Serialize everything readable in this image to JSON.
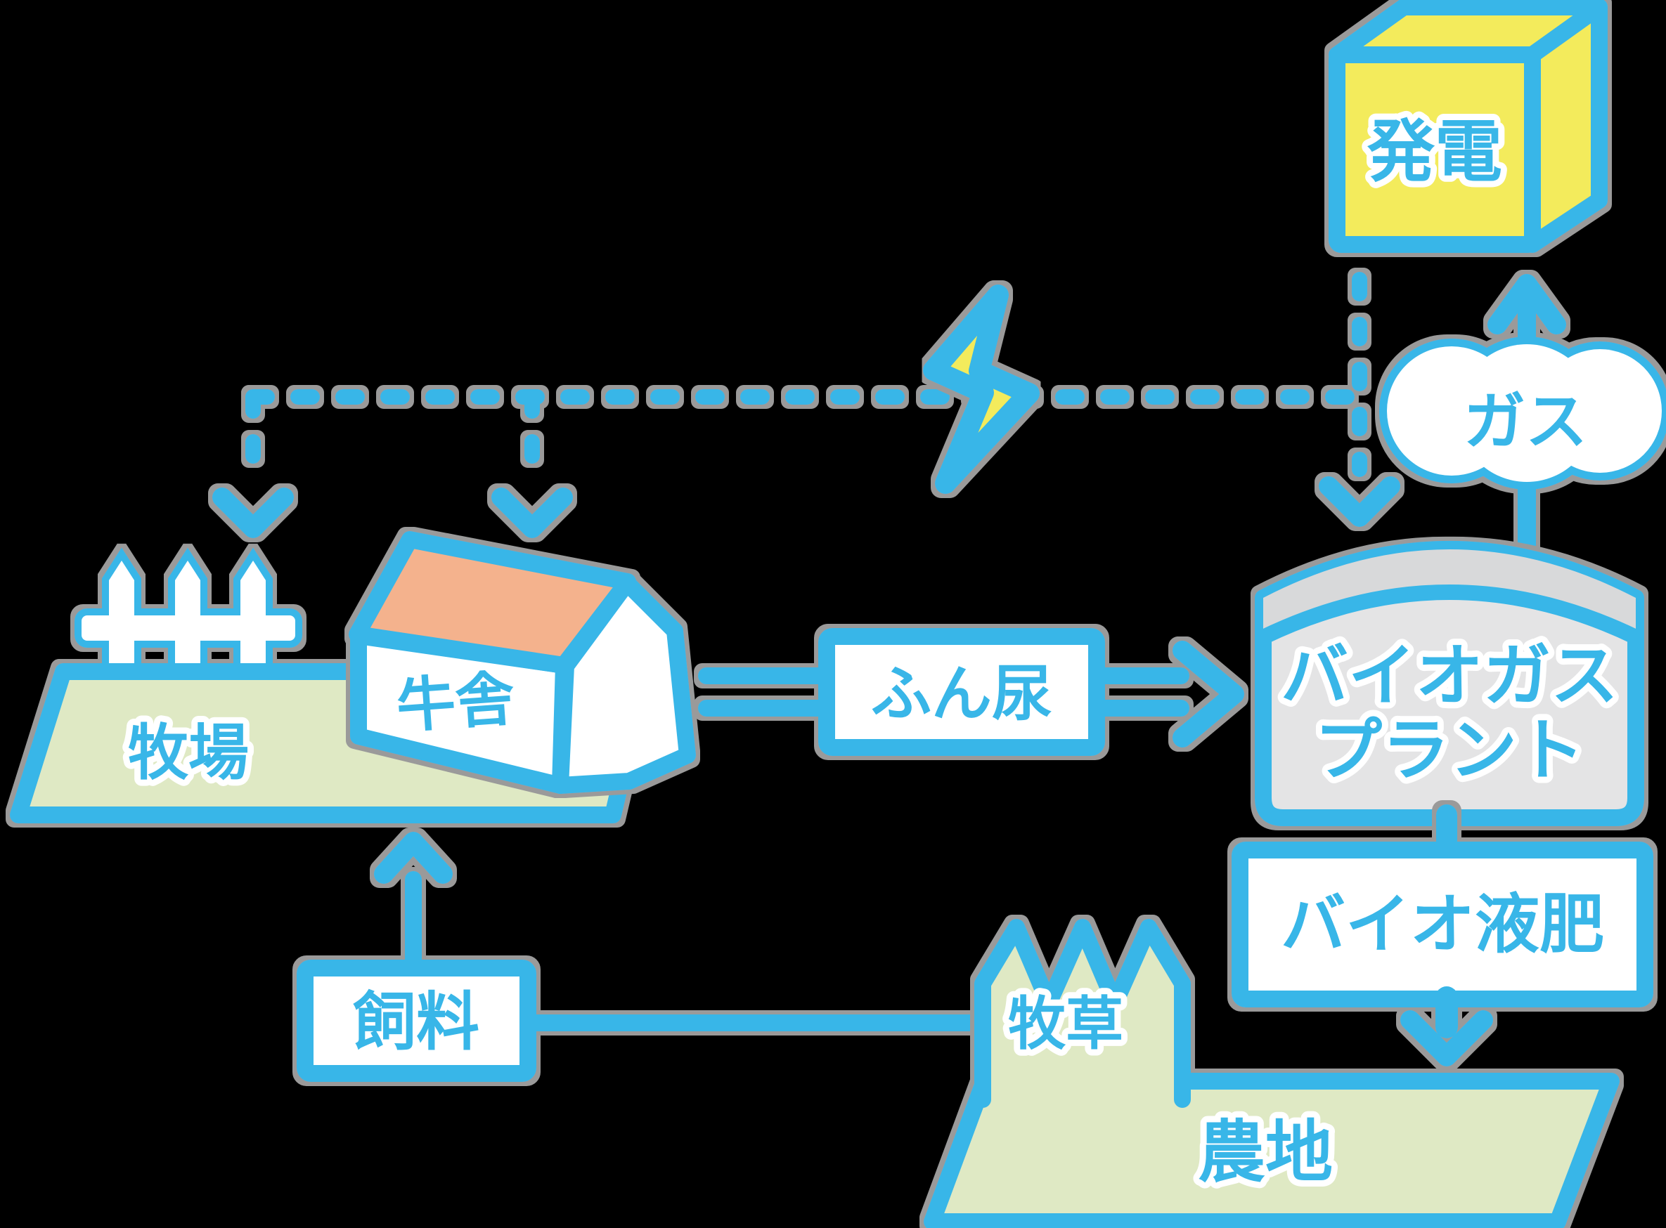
{
  "colors": {
    "background": "#000000",
    "blue": "#38b6e8",
    "yellow": "#f3eb5c",
    "salmon": "#f4b28d",
    "green": "#dfe9c4",
    "gray_body": "#e4e4e5",
    "gray_band": "#d8d9da",
    "halo": "#9a9a9a"
  },
  "nodes": {
    "power": {
      "label": "発電"
    },
    "gas": {
      "label": "ガス"
    },
    "plant": {
      "label_line1": "バイオガス",
      "label_line2": "プラント"
    },
    "manure": {
      "label": "ふん尿"
    },
    "cowshed": {
      "label": "牛舎"
    },
    "ranch": {
      "label": "牧場"
    },
    "feed": {
      "label": "飼料"
    },
    "grass": {
      "label": "牧草"
    },
    "farmland": {
      "label": "農地"
    },
    "fertilizer": {
      "label": "バイオ液肥"
    }
  }
}
